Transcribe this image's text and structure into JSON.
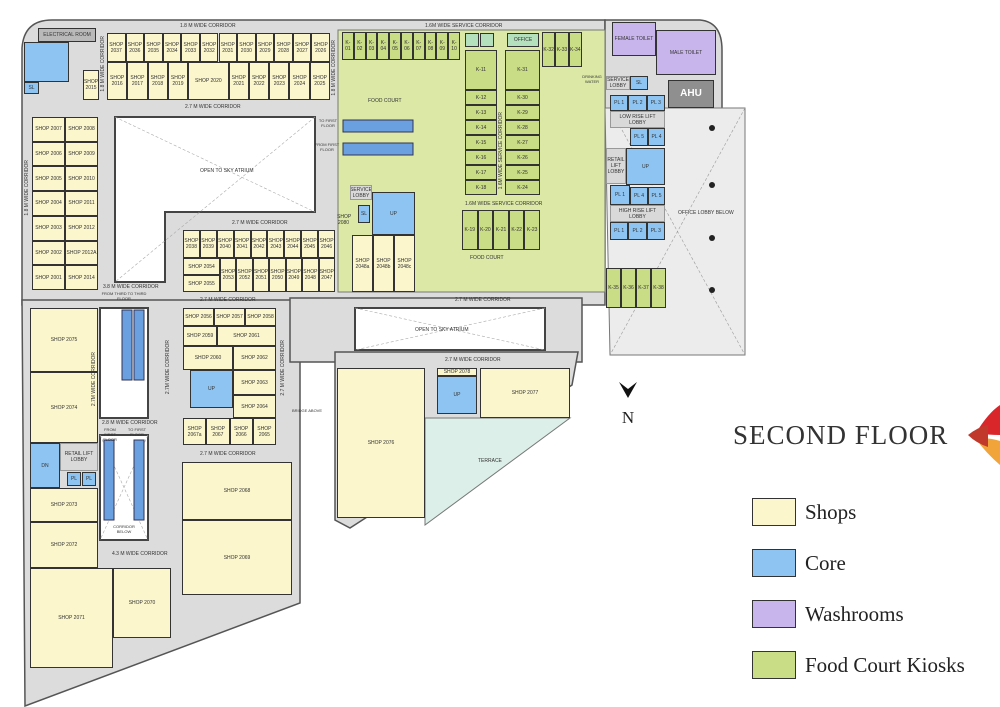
{
  "title": "SECOND FLOOR",
  "north": "N",
  "colors": {
    "shops": "#fbf6cc",
    "core": "#8ec4f2",
    "washrooms": "#c8b5ec",
    "kiosks": "#c9dc86",
    "corridor": "#dcdcdc"
  },
  "legend": [
    {
      "label": "Shops",
      "color": "#fbf6cc"
    },
    {
      "label": "Core",
      "color": "#8ec4f2"
    },
    {
      "label": "Washrooms",
      "color": "#c8b5ec"
    },
    {
      "label": "Food Court Kiosks",
      "color": "#c9dc86"
    }
  ],
  "shops": {
    "s2037": "SHOP 2037",
    "s2036": "SHOP 2036",
    "s2035": "SHOP 2035",
    "s2034": "SHOP 2034",
    "s2033": "SHOP 2033",
    "s2032": "SHOP 2032",
    "s2031": "SHOP 2031",
    "s2030": "SHOP 2030",
    "s2029": "SHOP 2029",
    "s2028": "SHOP 2028",
    "s2027": "SHOP 2027",
    "s2026": "SHOP 2026",
    "s2016": "SHOP 2016",
    "s2017": "SHOP 2017",
    "s2018": "SHOP 2018",
    "s2019": "SHOP 2019",
    "s2020": "SHOP 2020",
    "s2021": "SHOP 2021",
    "s2022": "SHOP 2022",
    "s2023": "SHOP 2023",
    "s2024": "SHOP 2024",
    "s2025": "SHOP 2025",
    "s2015": "SHOP 2015",
    "s2007": "SHOP 2007",
    "s2008": "SHOP 2008",
    "s2006": "SHOP 2006",
    "s2009": "SHOP 2009",
    "s2005": "SHOP 2005",
    "s2010": "SHOP 2010",
    "s2004": "SHOP 2004",
    "s2011": "SHOP 2011",
    "s2003": "SHOP 2003",
    "s2012": "SHOP 2012",
    "s2002": "SHOP 2002",
    "s2012a": "SHOP 2012A",
    "s2001": "SHOP 2001",
    "s2014": "SHOP 2014",
    "s2038": "SHOP 2038",
    "s2039": "SHOP 2039",
    "s2040": "SHOP 2040",
    "s2041": "SHOP 2041",
    "s2042": "SHOP 2042",
    "s2043": "SHOP 2043",
    "s2044": "SHOP 2044",
    "s2045": "SHOP 2045",
    "s2046": "SHOP 2046",
    "s2054": "SHOP 2054",
    "s2055": "SHOP 2055",
    "s2053": "SHOP 2053",
    "s2052": "SHOP 2052",
    "s2051": "SHOP 2051",
    "s2050": "SHOP 2050",
    "s2049": "SHOP 2049",
    "s2048": "SHOP 2048",
    "s2047": "SHOP 2047",
    "s2048a": "SHOP 2048a",
    "s2048b": "SHOP 2048b",
    "s2048c": "SHOP 2048c",
    "s2080": "SHOP 2080",
    "s2075": "SHOP 2075",
    "s2074": "SHOP 2074",
    "s2073": "SHOP 2073",
    "s2072": "SHOP 2072",
    "s2071": "SHOP 2071",
    "s2070": "SHOP 2070",
    "s2056": "SHOP 2056",
    "s2057": "SHOP 2057",
    "s2058": "SHOP 2058",
    "s2059": "SHOP 2059",
    "s2061": "SHOP 2061",
    "s2060": "SHOP 2060",
    "s2062": "SHOP 2062",
    "s2063": "SHOP 2063",
    "s2064": "SHOP 2064",
    "s2067a": "SHOP 2067a",
    "s2067": "SHOP 2067",
    "s2066": "SHOP 2066",
    "s2065": "SHOP 2065",
    "s2068": "SHOP 2068",
    "s2069": "SHOP 2069",
    "s2076": "SHOP 2076",
    "s2077": "SHOP 2077",
    "s2078": "SHOP 2078"
  },
  "kiosks": {
    "k01": "K-01",
    "k02": "K-02",
    "k03": "K-03",
    "k04": "K-04",
    "k05": "K-05",
    "k06": "K-06",
    "k07": "K-07",
    "k08": "K-08",
    "k09": "K-09",
    "k10": "K-10",
    "k11": "K-11",
    "k12": "K-12",
    "k13": "K-13",
    "k14": "K-14",
    "k15": "K-15",
    "k16": "K-16",
    "k17": "K-17",
    "k18": "K-18",
    "k31": "K-31",
    "k30": "K-30",
    "k29": "K-29",
    "k28": "K-28",
    "k27": "K-27",
    "k26": "K-26",
    "k25": "K-25",
    "k24": "K-24",
    "k32": "K-32",
    "k33": "K-33",
    "k34": "K-34",
    "k19": "K-19",
    "k20": "K-20",
    "k21": "K-21",
    "k22": "K-22",
    "k23": "K-23",
    "k35": "K-35",
    "k36": "K-36",
    "k37": "K-37",
    "k38": "K-38"
  },
  "rooms": {
    "electrical": "ELECTRICAL ROOM",
    "office": "OFFICE",
    "female_toilet": "FEMALE TOILET",
    "male_toilet": "MALE TOILET",
    "ahu": "AHU",
    "sl": "SL",
    "service_lobby": "SERVICE LOBBY",
    "pl1": "PL 1",
    "pl2": "PL 2",
    "pl3": "PL 3",
    "pl4": "PL 4",
    "pl5": "PL 5",
    "pl": "PL",
    "low_rise": "LOW RISE LIFT LOBBY",
    "high_rise": "HIGH RISE LIFT LOBBY",
    "retail_lift_lobby": "RETAIL LIFT LOBBY",
    "up": "UP",
    "dn": "DN",
    "terrace": "TERRACE"
  },
  "labels": {
    "c18_top": "1.8 M WIDE CORRIDOR",
    "c27_top": "2.7 M WIDE CORRIDOR",
    "c18_left": "1.8 M WIDE CORRIDOR",
    "c18_v2": "1.8 M WIDE CORRIDOR",
    "c18_v3": "1.8 M WIDE CORRIDOR",
    "service_top": "1.6M WIDE SERVICE CORRIDOR",
    "service_v": "1.6M WIDE SERVICE CORRIDOR",
    "service_mid": "1.6M WIDE SERVICE CORRIDOR",
    "atrium1": "OPEN TO SKY ATRIUM",
    "atrium2": "OPEN TO SKY ATRIUM",
    "c27_mid": "2.7 M WIDE CORRIDOR",
    "c27_row": "2.7 M WIDE CORRIDOR",
    "c27_row2": "2.7 M WIDE CORRIDOR",
    "c27_right": "2.7 M WIDE CORRIDOR",
    "c27_lower": "2.7 M WIDE CORRIDOR",
    "c38": "3.8 M WIDE CORRIDOR",
    "c28": "2.8 M WIDE CORRIDOR",
    "c43": "4.3 M WIDE CORRIDOR",
    "c27_v1": "2.7M WIDE CORRIDOR",
    "c27_v2": "2.7M WIDE CORRIDOR",
    "c27_v3": "2.7 M WIDE CORRIDOR",
    "from_third": "FROM THIRD TO THIRD FLOOR",
    "from_first": "FROM FIRST FLOOR",
    "to_first": "TO FIRST FLOOR",
    "to_first_fc": "TO FIRST FLOOR",
    "from_first_fc": "FROM FIRST FLOOR",
    "corridor_below": "CORRIDOR BELOW",
    "bridge_above": "BRIDGE ABOVE",
    "food_court": "FOOD COURT",
    "food_court2": "FOOD COURT",
    "drinking_water": "DRINKING WATER",
    "office_lobby": "OFFICE LOBBY BELOW"
  }
}
